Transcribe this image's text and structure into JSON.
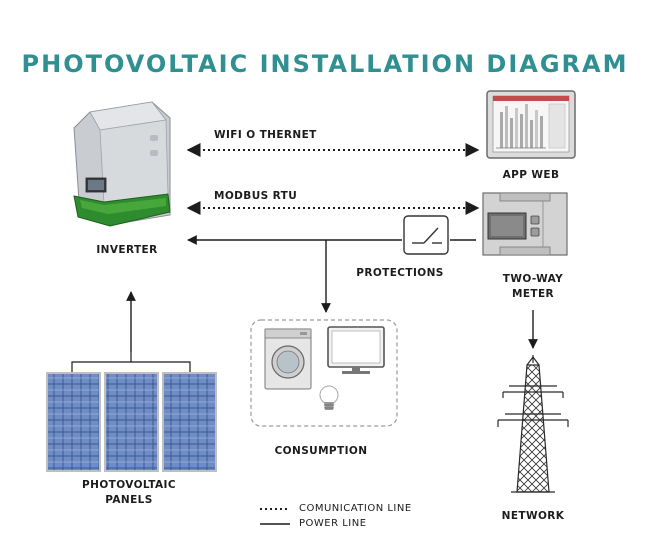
{
  "title": "PHOTOVOLTAIC INSTALLATION DIAGRAM",
  "labels": {
    "inverter": "INVERTER",
    "app_web": "APP WEB",
    "wifi": "WIFI O THERNET",
    "modbus": "MODBUS RTU",
    "protections": "PROTECTIONS",
    "meter_line1": "TWO-WAY",
    "meter_line2": "METER",
    "consumption": "CONSUMPTION",
    "panels_line1": "PHOTOVOLTAIC",
    "panels_line2": "PANELS",
    "network": "NETWORK"
  },
  "legend": {
    "communication": "COMUNICATION LINE",
    "power": "POWER LINE"
  },
  "colors": {
    "title": "#2f8f91",
    "inverter_green": "#2e8b2e",
    "line": "#1c1c1c"
  }
}
